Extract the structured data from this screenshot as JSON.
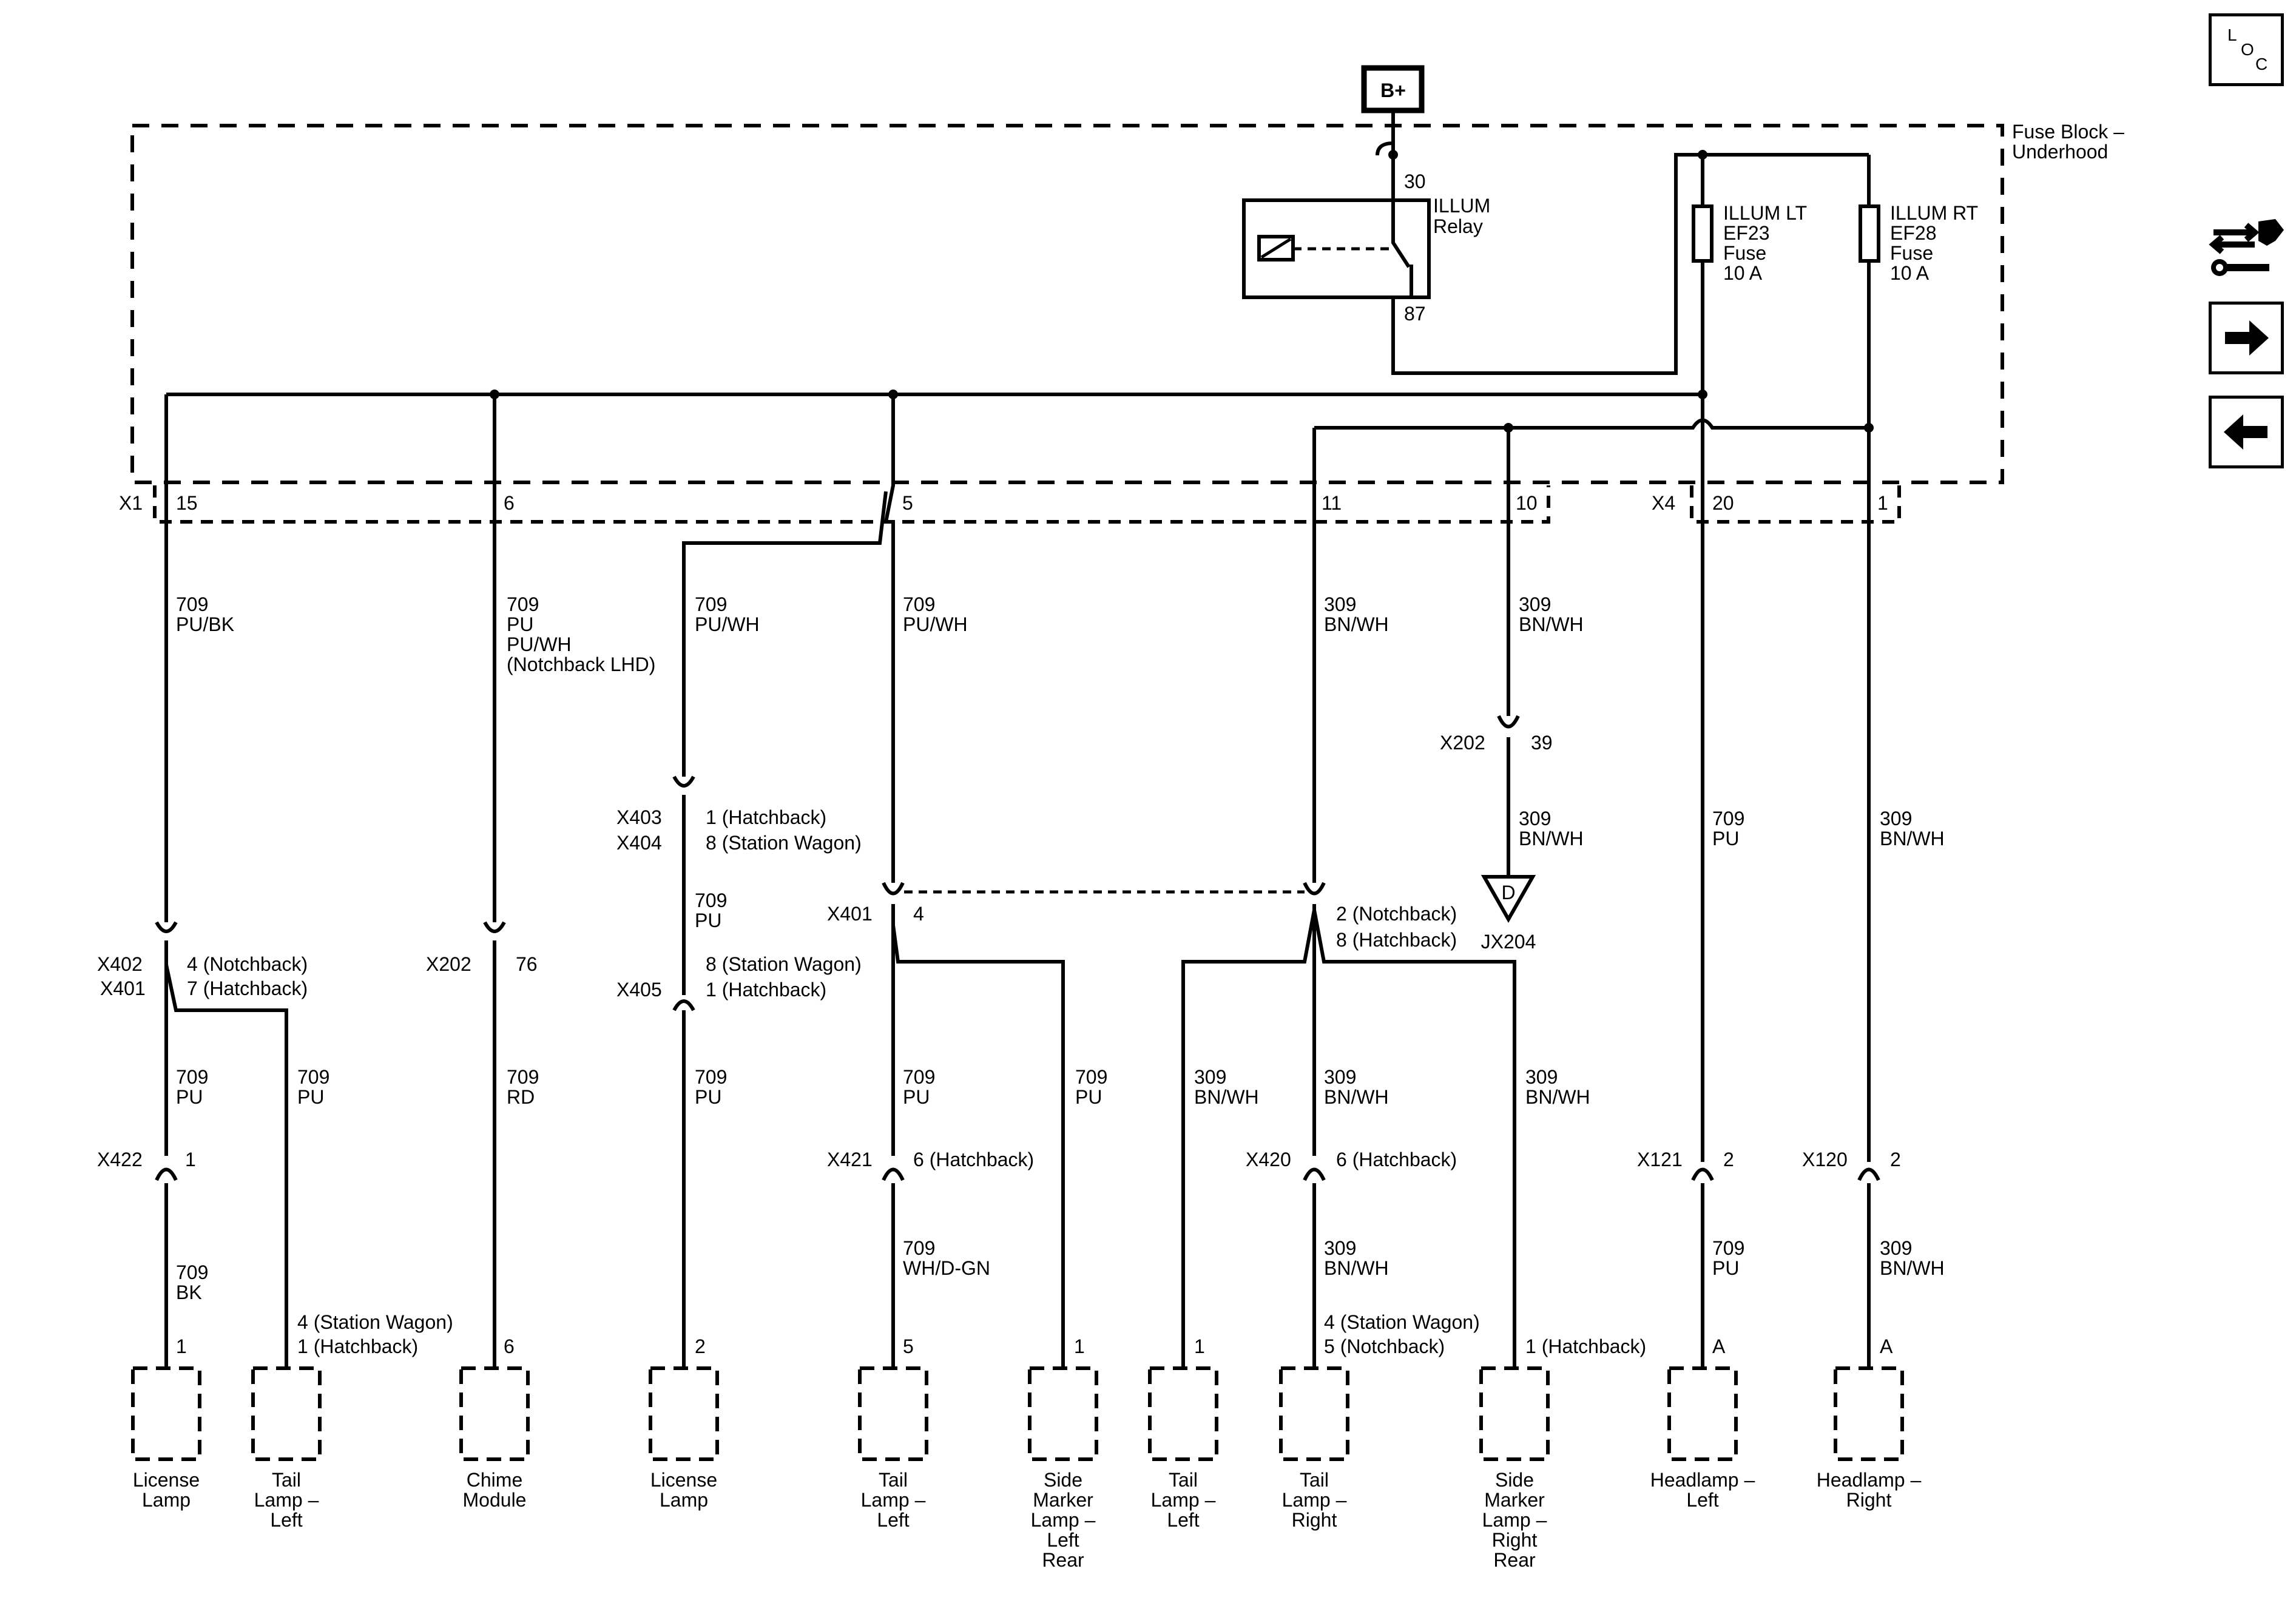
{
  "power": {
    "battery": "B+",
    "pin30": "30",
    "pin87": "87",
    "relay_name": "ILLUM",
    "relay_word": "Relay"
  },
  "fuse_block": {
    "line1": "Fuse Block –",
    "line2": "Underhood"
  },
  "fuses": [
    {
      "name": "ILLUM LT",
      "id": "EF23",
      "word": "Fuse",
      "rating": "10 A"
    },
    {
      "name": "ILLUM RT",
      "id": "EF28",
      "word": "Fuse",
      "rating": "10 A"
    }
  ],
  "connectors": {
    "x1": "X1",
    "x4": "X4",
    "x1_pins": [
      "15",
      "6",
      "5",
      "11",
      "10"
    ],
    "x4_pins": [
      "20",
      "1"
    ]
  },
  "wires": {
    "c1": [
      "709",
      "PU/BK"
    ],
    "c2": [
      "709",
      "PU",
      "PU/WH",
      "(Notchback LHD)"
    ],
    "c3": [
      "709",
      "PU/WH"
    ],
    "c4": [
      "709",
      "PU/WH"
    ],
    "c5": [
      "309",
      "BN/WH"
    ],
    "c6": [
      "309",
      "BN/WH"
    ],
    "c6b": [
      "309",
      "BN/WH"
    ],
    "c7": [
      "709",
      "PU"
    ],
    "c8": [
      "309",
      "BN/WH"
    ],
    "c3mid": [
      "709",
      "PU"
    ],
    "a": [
      "709",
      "PU"
    ],
    "b": [
      "709",
      "PU"
    ],
    "c": [
      "709",
      "RD"
    ],
    "d": [
      "709",
      "PU"
    ],
    "e": [
      "709",
      "PU"
    ],
    "f": [
      "709",
      "PU"
    ],
    "g": [
      "309",
      "BN/WH"
    ],
    "h": [
      "309",
      "BN/WH"
    ],
    "i": [
      "309",
      "BN/WH"
    ],
    "a2": [
      "709",
      "BK"
    ],
    "e2": [
      "709",
      "WH/D-GN"
    ],
    "h2": [
      "309",
      "BN/WH"
    ],
    "c7b": [
      "709",
      "PU"
    ],
    "c8b": [
      "309",
      "BN/WH"
    ]
  },
  "inline": {
    "x402": "X402",
    "x401": "X401",
    "x402_p1": "4 (Notchback)",
    "x402_p2": "7 (Hatchback)",
    "x202_76": "X202",
    "x202_76_pin": "76",
    "x403": "X403",
    "x404": "X404",
    "x403_p": "1 (Hatchback)",
    "x404_p": "8 (Station Wagon)",
    "x405": "X405",
    "x405_p1": "8 (Station Wagon)",
    "x405_p2": "1 (Hatchback)",
    "x401b": "X401",
    "x401b_p": "4",
    "notch_p1": "2 (Notchback)",
    "notch_p2": "8 (Hatchback)",
    "x202": "X202",
    "x202_pin": "39",
    "jx204_letter": "D",
    "jx204": "JX204",
    "x422": "X422",
    "x422_p": "1",
    "x421": "X421",
    "x421_p": "6 (Hatchback)",
    "x420": "X420",
    "x420_p": "6 (Hatchback)",
    "x121": "X121",
    "x121_p": "2",
    "x120": "X120",
    "x120_p": "2"
  },
  "component_pins": {
    "lic1": "1",
    "tail_l1_a": "4 (Station Wagon)",
    "tail_l1_b": "1 (Hatchback)",
    "chime": "6",
    "lic2": "2",
    "tail_l2": "5",
    "side_l": "1",
    "tail_l3": "1",
    "tail_r_a": "4 (Station Wagon)",
    "tail_r_b": "5 (Notchback)",
    "side_r": "1 (Hatchback)",
    "hl_l": "A",
    "hl_r": "A"
  },
  "components": [
    [
      "License",
      "Lamp"
    ],
    [
      "Tail",
      "Lamp –",
      "Left"
    ],
    [
      "Chime",
      "Module"
    ],
    [
      "License",
      "Lamp"
    ],
    [
      "Tail",
      "Lamp –",
      "Left"
    ],
    [
      "Side",
      "Marker",
      "Lamp –",
      "Left",
      "Rear"
    ],
    [
      "Tail",
      "Lamp –",
      "Left"
    ],
    [
      "Tail",
      "Lamp –",
      "Right"
    ],
    [
      "Side",
      "Marker",
      "Lamp –",
      "Right",
      "Rear"
    ],
    [
      "Headlamp –",
      "Left"
    ],
    [
      "Headlamp –",
      "Right"
    ]
  ],
  "nav": {
    "loc_l": "L",
    "loc_o": "O",
    "loc_c": "C",
    "next_icon": "arrow-right-icon",
    "prev_icon": "arrow-left-icon",
    "diag_icon": "connector-wrench-icon"
  }
}
